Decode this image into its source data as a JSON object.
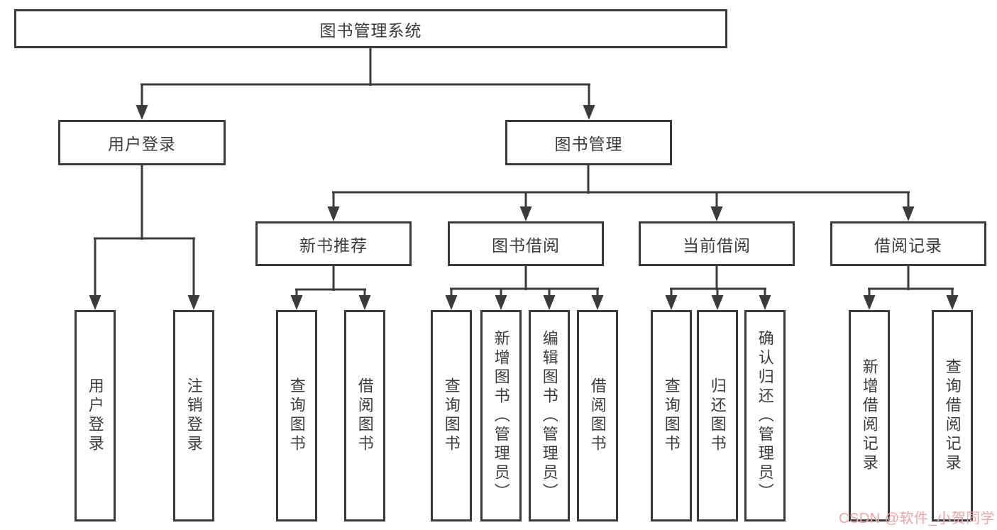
{
  "root": {
    "label": "图书管理系统"
  },
  "level1": [
    {
      "label": "用户登录"
    },
    {
      "label": "图书管理"
    }
  ],
  "level2": [
    {
      "label": "新书推荐"
    },
    {
      "label": "图书借阅"
    },
    {
      "label": "当前借阅"
    },
    {
      "label": "借阅记录"
    }
  ],
  "leaves": [
    {
      "label": "用户登录"
    },
    {
      "label": "注销登录"
    },
    {
      "label": "查询图书"
    },
    {
      "label": "借阅图书"
    },
    {
      "label": "查询图书"
    },
    {
      "label": "新增图书（管理员）"
    },
    {
      "label": "编辑图书（管理员）"
    },
    {
      "label": "借阅图书"
    },
    {
      "label": "查询图书"
    },
    {
      "label": "归还图书"
    },
    {
      "label": "确认归还（管理员）"
    },
    {
      "label": "新增借阅记录"
    },
    {
      "label": "查询借阅记录"
    }
  ],
  "watermark": {
    "text": "CSDN @软件_小贺同学"
  },
  "colors": {
    "line": "#3b3b3b",
    "text": "#3b3b3b",
    "watermark": "#f0a4aa",
    "background": "#ffffff"
  }
}
